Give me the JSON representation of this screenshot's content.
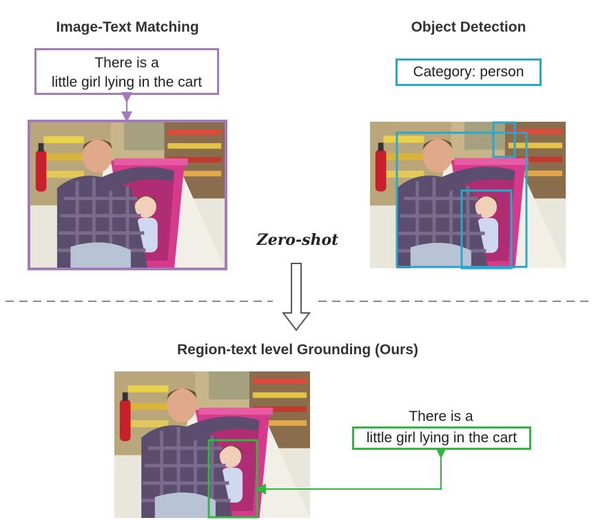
{
  "left_panel": {
    "heading": "Image-Text Matching",
    "caption_line1": "There is a",
    "caption_line2": "little girl lying in the cart"
  },
  "right_panel": {
    "heading": "Object Detection",
    "category_label": "Category: person"
  },
  "divider": {
    "label": "Zero-shot"
  },
  "bottom_panel": {
    "heading": "Region-text level Grounding (Ours)",
    "caption_line1": "There is a",
    "caption_line2": "little girl lying in the cart"
  },
  "colors": {
    "image_text_matching": "#a27bb8",
    "object_detection": "#2aa7c9",
    "grounding": "#2fb83c",
    "divider": "#888888"
  },
  "icons": [
    "down-arrow-icon",
    "bidirectional-arrow-icon",
    "arrow-icon"
  ]
}
